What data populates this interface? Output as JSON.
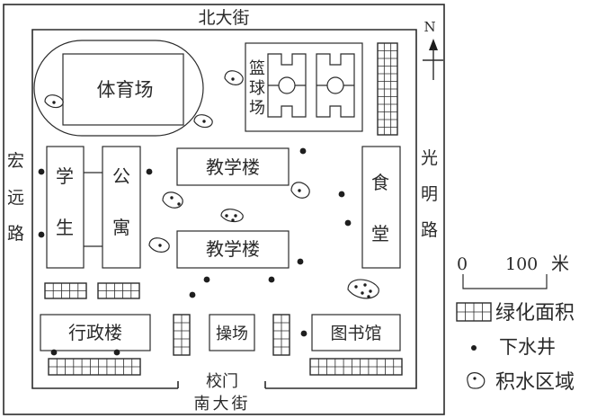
{
  "map": {
    "compass_label": "N",
    "roads": {
      "north": "北大街",
      "south": "南大街",
      "west": [
        "宏",
        "远",
        "路"
      ],
      "east": [
        "光",
        "明",
        "路"
      ]
    },
    "gate_label": "校门",
    "buildings": {
      "stadium": "体育场",
      "basketball": [
        "篮",
        "球",
        "场"
      ],
      "dorm_left": [
        "学",
        "生"
      ],
      "dorm_right": [
        "公",
        "寓"
      ],
      "teaching_1": "教学楼",
      "teaching_2": "教学楼",
      "canteen": [
        "食",
        "堂"
      ],
      "admin": "行政楼",
      "playground": "操场",
      "library": "图书馆"
    }
  },
  "legend": {
    "scale_zero": "0",
    "scale_value": "100",
    "scale_unit": "米",
    "items": [
      {
        "symbol": "green-area",
        "label": "绿化面积"
      },
      {
        "symbol": "manhole",
        "label": "下水井"
      },
      {
        "symbol": "waterlogging",
        "label": "积水区域"
      }
    ]
  }
}
